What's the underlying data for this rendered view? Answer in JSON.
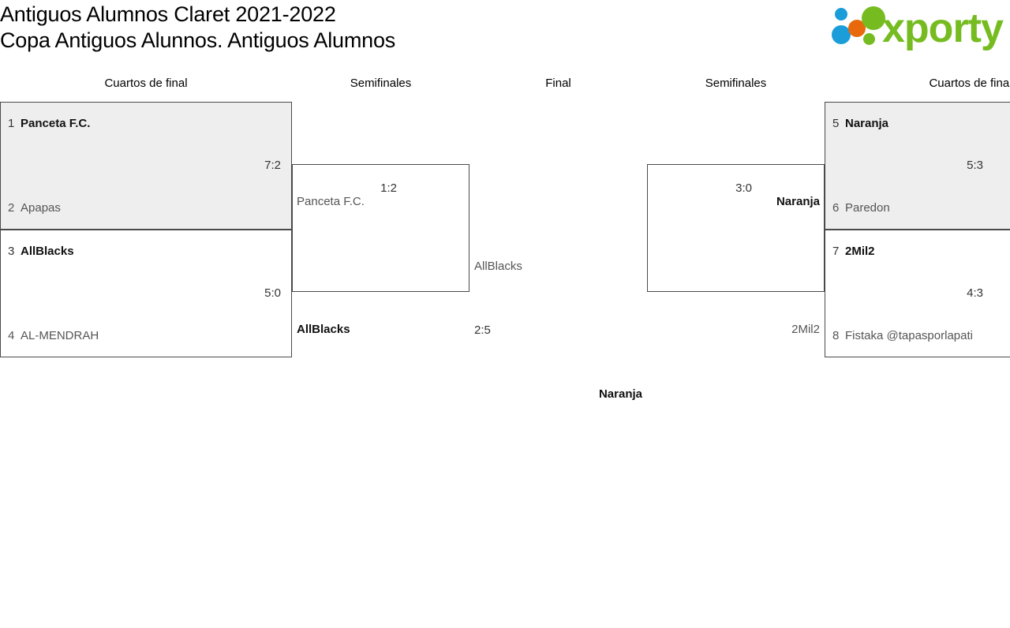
{
  "header": {
    "title_line1": "Antiguos Alumnos Claret 2021-2022",
    "title_line2": "Copa Antiguos Alunnos. Antiguos Alumnos",
    "logo_word": "xporty",
    "logo_colors": {
      "blue": "#1b9dd9",
      "orange": "#e8690b",
      "green": "#76bc21"
    }
  },
  "rounds": {
    "qf_left": "Cuartos de final",
    "sf_left": "Semifinales",
    "final": "Final",
    "sf_right": "Semifinales",
    "qf_right": "Cuartos de final"
  },
  "quarterfinals_left": [
    {
      "top": {
        "seed": "1",
        "name": "Panceta F.C.",
        "winner": true
      },
      "bottom": {
        "seed": "2",
        "name": "Apapas",
        "winner": false
      },
      "score": "7:2",
      "shaded": true
    },
    {
      "top": {
        "seed": "3",
        "name": "AllBlacks",
        "winner": true
      },
      "bottom": {
        "seed": "4",
        "name": "AL-MENDRAH",
        "winner": false
      },
      "score": "5:0",
      "shaded": false
    }
  ],
  "quarterfinals_right": [
    {
      "top": {
        "seed": "5",
        "name": "Naranja",
        "winner": true
      },
      "bottom": {
        "seed": "6",
        "name": "Paredon",
        "winner": false
      },
      "score": "5:3",
      "shaded": true
    },
    {
      "top": {
        "seed": "7",
        "name": "2Mil2",
        "winner": true
      },
      "bottom": {
        "seed": "8",
        "name": "Fistaka @tapasporlapati",
        "winner": false
      },
      "score": "4:3",
      "shaded": false
    }
  ],
  "semifinal_left": {
    "top_team": "Panceta F.C.",
    "bottom_team": "AllBlacks",
    "score": "1:2",
    "winner": "AllBlacks"
  },
  "semifinal_right": {
    "top_team": "Naranja",
    "bottom_team": "2Mil2",
    "score": "3:0",
    "winner": "Naranja"
  },
  "final_match": {
    "top_team": "AllBlacks",
    "bottom_team": "Naranja",
    "score": "2:5",
    "winner": "Naranja"
  }
}
